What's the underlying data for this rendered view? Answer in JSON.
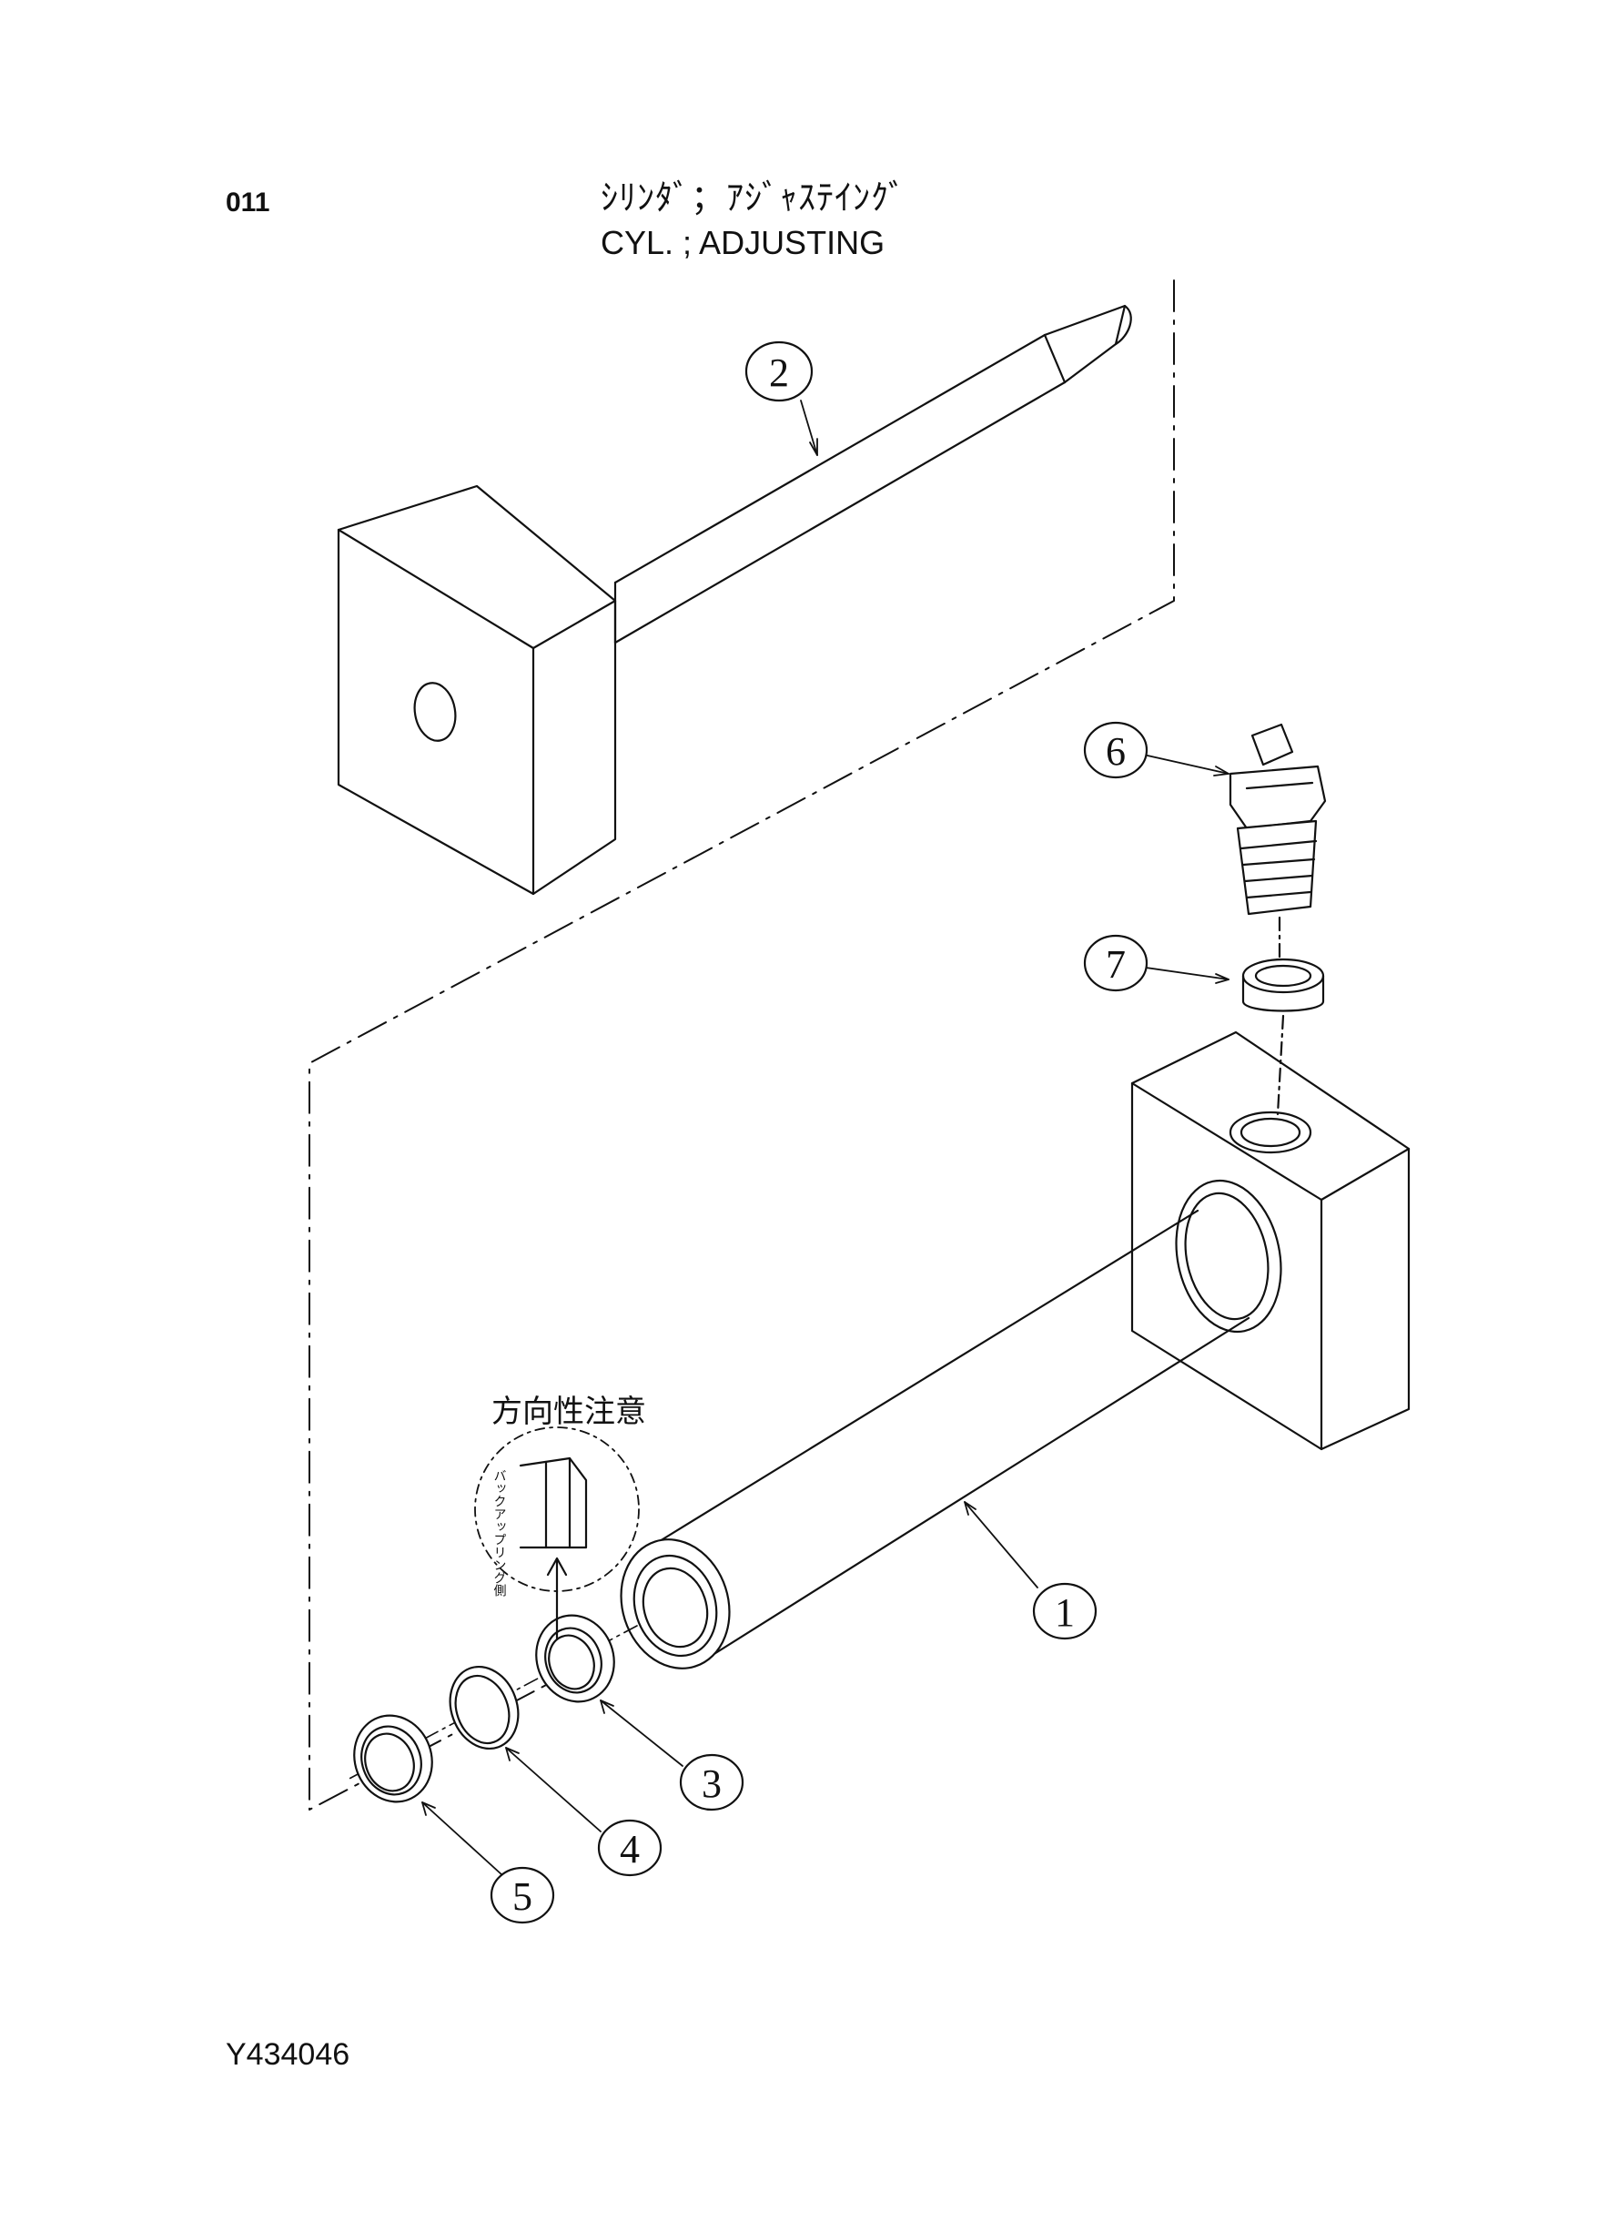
{
  "header": {
    "page_number": "011",
    "title_ja": "ｼﾘﾝﾀﾞ；ｱｼﾞｬｽﾃｲﾝｸﾞ",
    "title_en": "CYL. ; ADJUSTING"
  },
  "callouts": {
    "c1": "1",
    "c2": "2",
    "c3": "3",
    "c4": "4",
    "c5": "5",
    "c6": "6",
    "c7": "7"
  },
  "detail_note": {
    "heading": "方向性注意",
    "side_label": "バックアップリング側"
  },
  "footer": {
    "figure_code": "Y434046"
  }
}
